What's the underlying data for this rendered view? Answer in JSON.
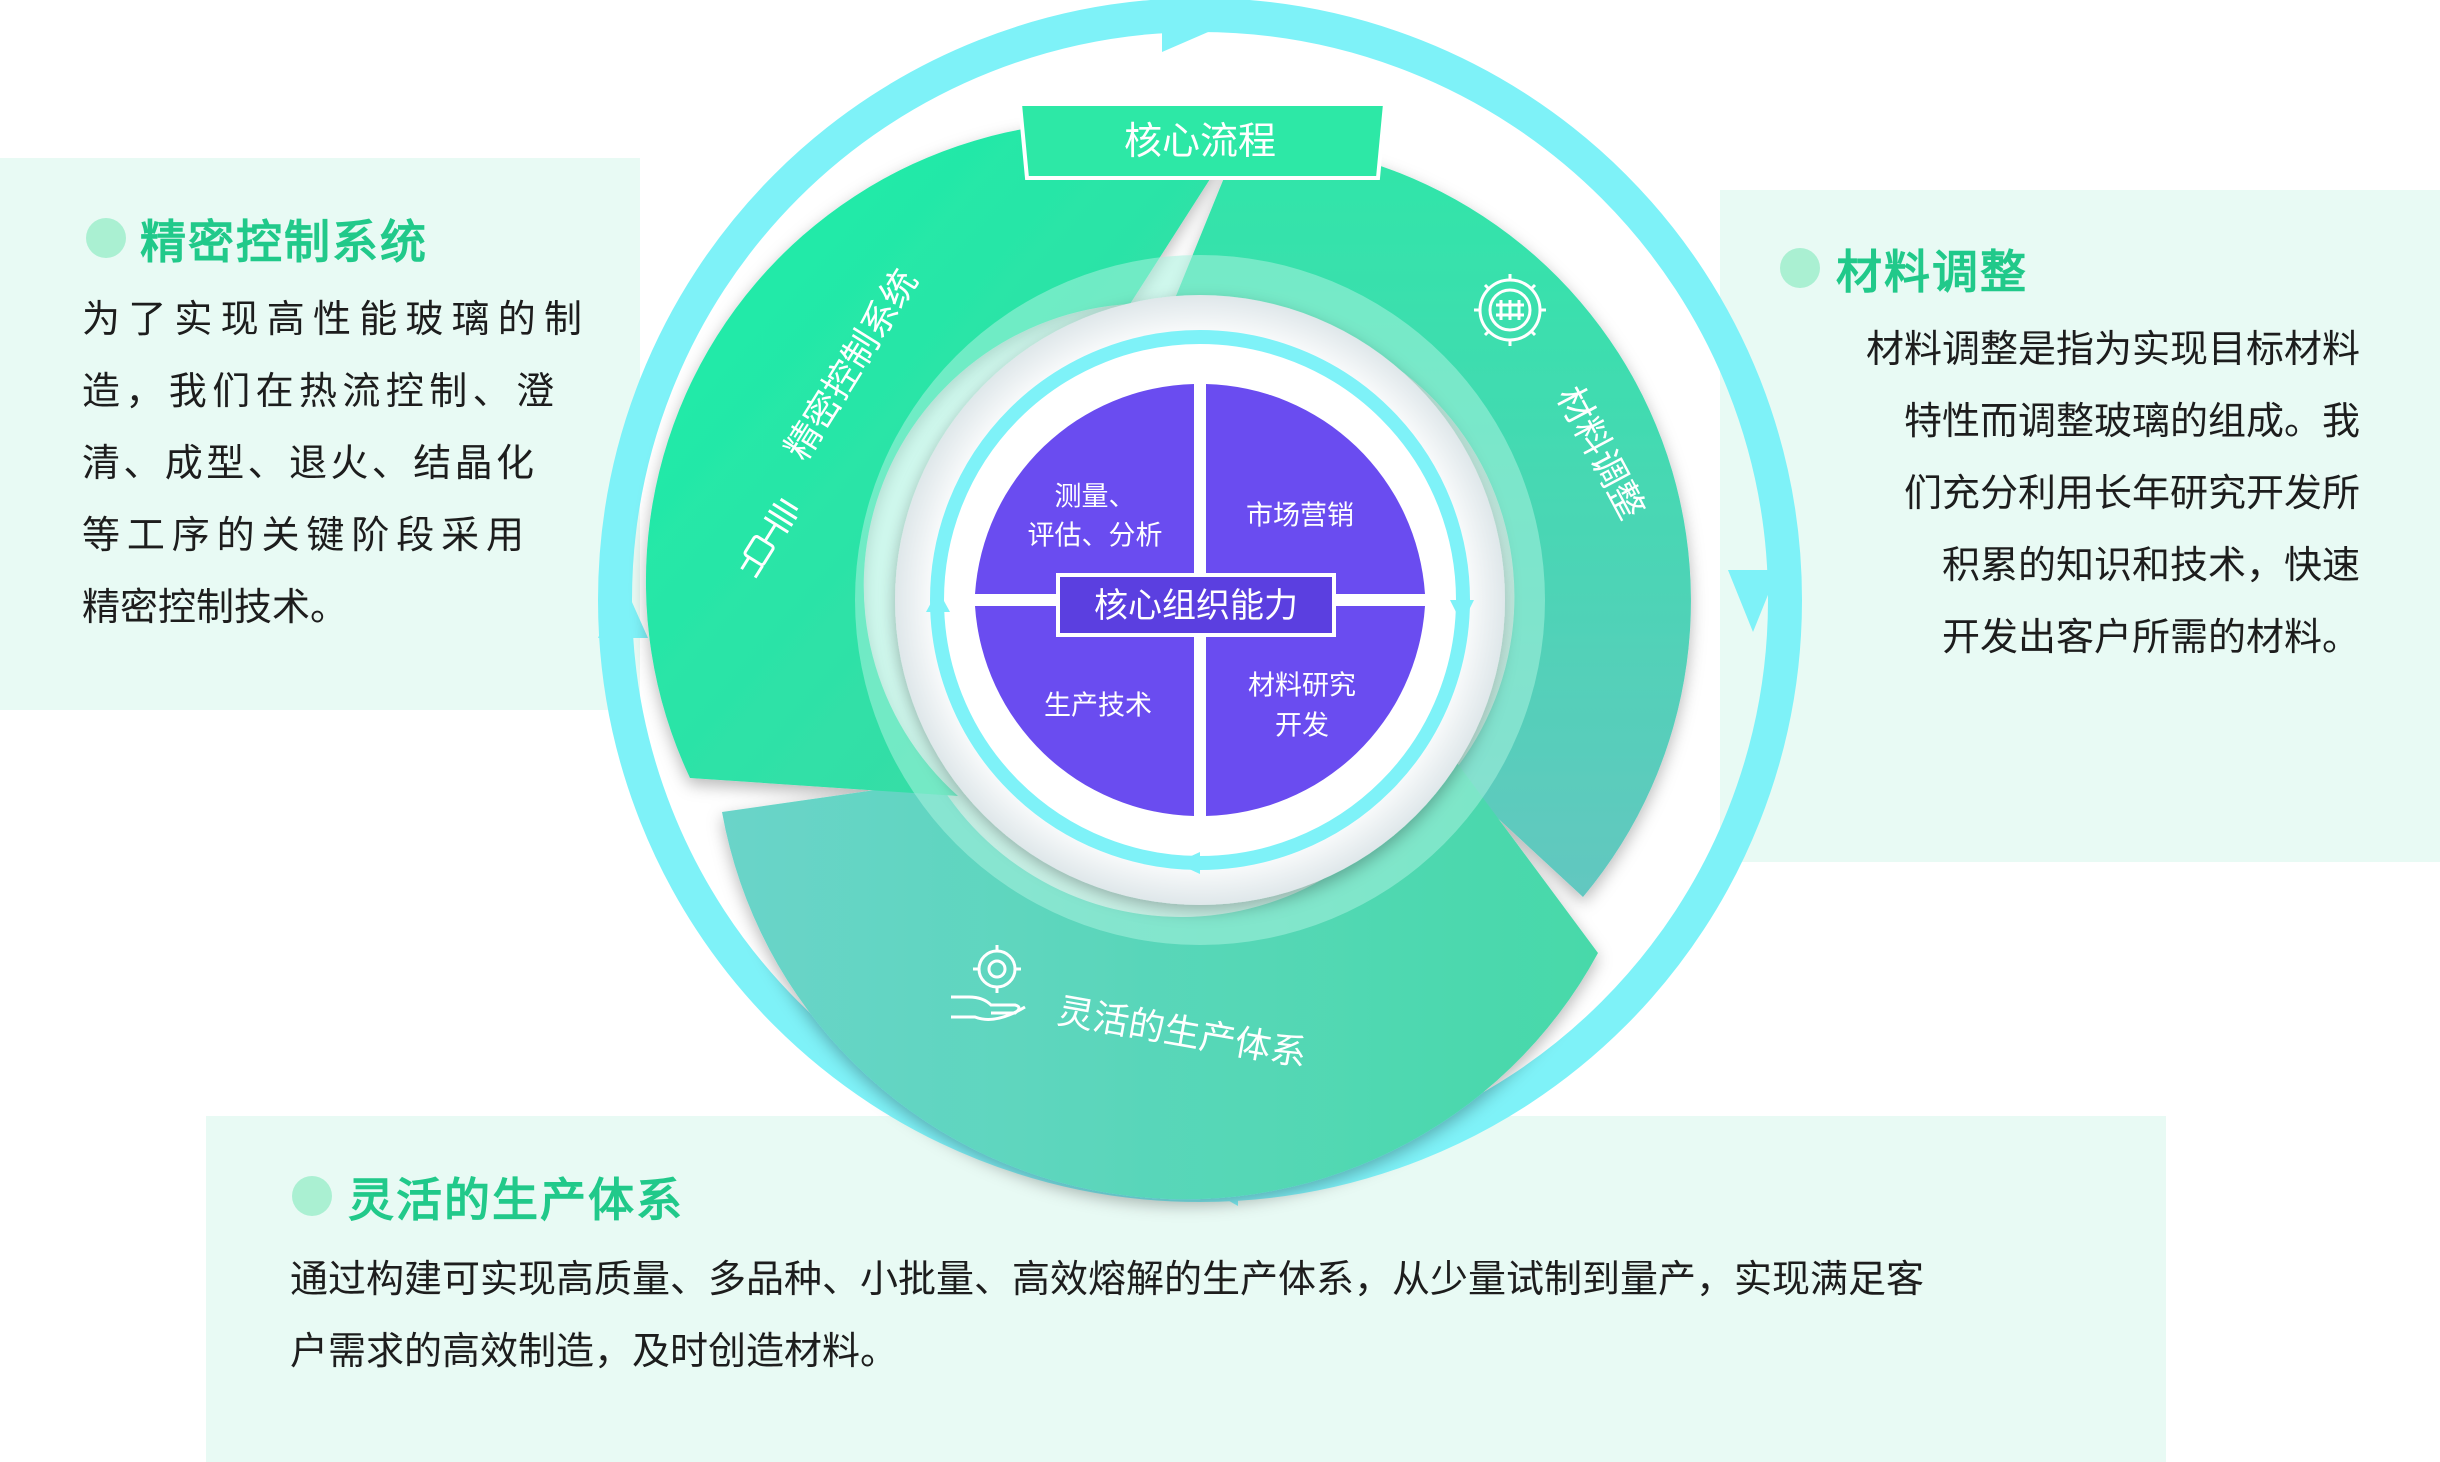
{
  "colors": {
    "panel_bg": "#e8faf4",
    "title_green": "#21c98a",
    "ring_cyan": "#7ef2f8",
    "segment_green": "#3de3a5",
    "segment_teal": "#55cfc4",
    "quadrant_purple": "#6a4cf0",
    "core_label_bg": "#5b3fe0"
  },
  "left_panel": {
    "title": "精密控制系统",
    "lines": [
      "为了实现高性能玻璃的制",
      "造，我们在热流控制、澄",
      "清、成型、退火、结晶化",
      "等工序的关键阶段采用",
      "精密控制技术。"
    ]
  },
  "right_panel": {
    "title": "材料调整",
    "lines": [
      "材料调整是指为实现目标材料",
      "特性而调整玻璃的组成。我",
      "们充分利用长年研究开发所",
      "积累的知识和技术，快速",
      "开发出客户所需的材料。"
    ]
  },
  "bottom_panel": {
    "title": "灵活的生产体系",
    "lines": [
      "通过构建可实现高质量、多品种、小批量、高效熔解的生产体系，从少量试制到量产，实现满足客",
      "户需求的高效制造，及时创造材料。"
    ]
  },
  "diagram": {
    "banner": "核心流程",
    "segments": {
      "left": "精密控制系统",
      "right": "材料调整",
      "bottom": "灵活的生产体系"
    },
    "core_label": "核心组织能力",
    "quadrants": {
      "top_left": [
        "测量、",
        "评估、分析"
      ],
      "top_right": [
        "市场营销"
      ],
      "bottom_left": [
        "生产技术"
      ],
      "bottom_right": [
        "材料研究",
        "开发"
      ]
    },
    "icons": [
      "hand-switch-icon",
      "gear-chip-icon",
      "hand-gear-icon"
    ]
  }
}
